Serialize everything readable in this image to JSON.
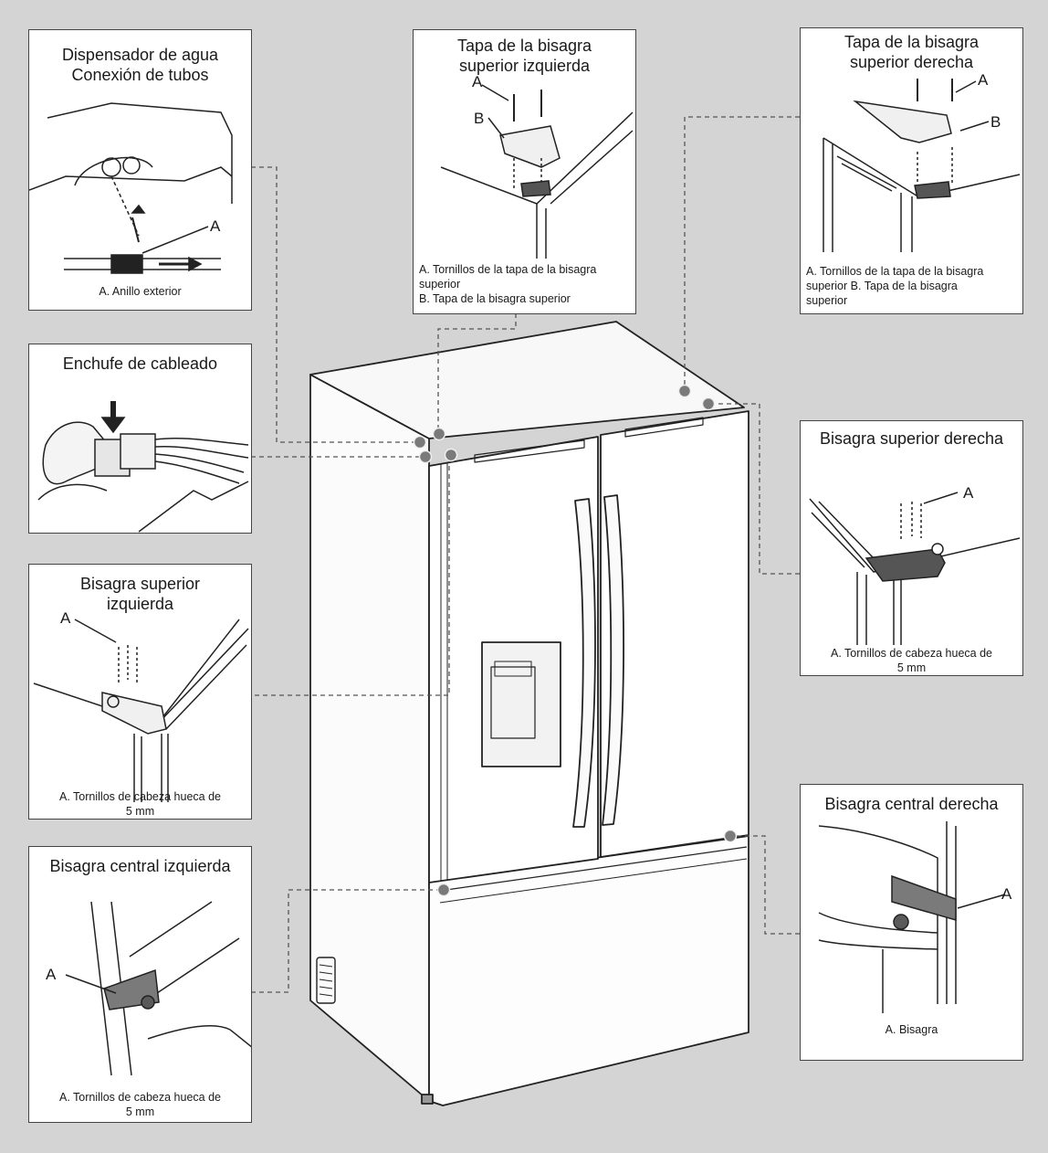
{
  "colors": {
    "background": "#d4d4d4",
    "panel": "#ffffff",
    "line": "#333333",
    "marker": "#7a7a7a"
  },
  "panels": {
    "water": {
      "title": "Dispensador de agua\nConexión de tubos",
      "label_a": "A",
      "caption": "A. Anillo exterior"
    },
    "wiring": {
      "title": "Enchufe de cableado"
    },
    "top_left_hinge": {
      "title": "Bisagra superior\nizquierda",
      "label_a": "A",
      "caption": "A. Tornillos de cabeza hueca de\n5 mm"
    },
    "center_left_hinge": {
      "title": "Bisagra central izquierda",
      "label_a": "A",
      "caption": "A. Tornillos de cabeza hueca de\n5 mm"
    },
    "left_cover": {
      "title": "Tapa de la bisagra\nsuperior izquierda",
      "label_a": "A",
      "label_b": "B",
      "caption": "A. Tornillos de la tapa de la bisagra\nsuperior\nB. Tapa de la bisagra superior"
    },
    "right_cover": {
      "title": "Tapa de la bisagra\nsuperior derecha",
      "label_a": "A",
      "label_b": "B",
      "caption": "A. Tornillos de la tapa de la bisagra\nsuperior B. Tapa de la bisagra\nsuperior"
    },
    "top_right_hinge": {
      "title": "Bisagra superior derecha",
      "label_a": "A",
      "caption": "A. Tornillos de cabeza hueca de\n5 mm"
    },
    "center_right_hinge": {
      "title": "Bisagra central derecha",
      "label_a": "A",
      "caption": "A. Bisagra"
    }
  }
}
